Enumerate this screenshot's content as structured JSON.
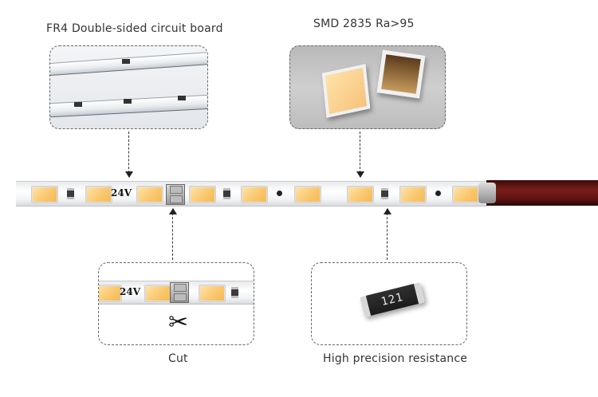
{
  "labels": {
    "pcb": "FR4 Double-sided circuit board",
    "smd": "SMD 2835  Ra>95",
    "cut": "Cut",
    "resistance": "High precision resistance"
  },
  "strip": {
    "voltage": "24V"
  },
  "cut_photo": {
    "voltage": "24V",
    "scissors_glyph": "✂"
  },
  "resistor": {
    "code": "121"
  },
  "colors": {
    "led": "#f9c66c",
    "cable": "#7a1e1a"
  }
}
